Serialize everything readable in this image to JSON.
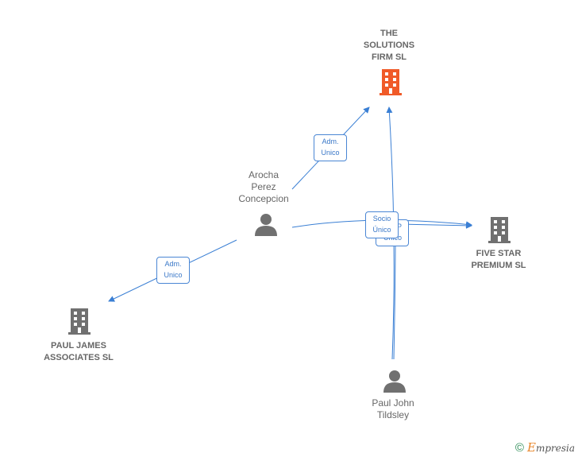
{
  "colors": {
    "edge": "#3a7fd4",
    "company_main": "#f05a28",
    "company": "#707070",
    "person": "#707070",
    "label_text": "#666666",
    "edge_label": "#3a78c8"
  },
  "nodes": {
    "the_solutions": {
      "line1": "THE",
      "line2": "SOLUTIONS",
      "line3": "FIRM SL",
      "icon": "building-icon"
    },
    "five_star": {
      "line1": "FIVE STAR",
      "line2": "PREMIUM SL",
      "icon": "building-icon"
    },
    "paul_james": {
      "line1": "PAUL JAMES",
      "line2": "ASSOCIATES SL",
      "icon": "building-icon"
    },
    "arocha": {
      "line1": "Arocha",
      "line2": "Perez",
      "line3": "Concepcion",
      "icon": "person-icon"
    },
    "paul_john": {
      "line1": "Paul John",
      "line2": "Tildsley",
      "icon": "person-icon"
    }
  },
  "edge_labels": {
    "arocha_solutions": {
      "line1": "Adm.",
      "line2": "Unico"
    },
    "arocha_pauljames": {
      "line1": "Adm.",
      "line2": "Unico"
    },
    "socio_unico": {
      "line1": "Socio",
      "line2": "Único"
    },
    "hidden_adm": {
      "line1": "P",
      "line2": "Unico"
    }
  },
  "brand": {
    "copyright": "©",
    "name_first": "E",
    "name_rest": "mpresia"
  }
}
